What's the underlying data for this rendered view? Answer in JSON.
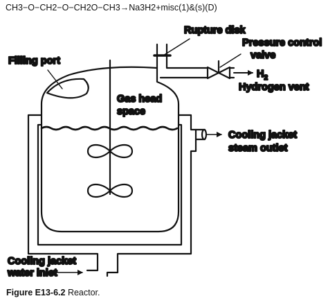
{
  "equation": "CH3−O−CH2−O−CH2O−CH3→Na3H2+misc(1)&(s)(D)",
  "labels": {
    "rupture_disk": "Rupture disk",
    "pressure_control_line1": "Pressure control",
    "pressure_control_line2": "valve",
    "h2": "H",
    "h2_sub": "2",
    "hydrogen_vent": "Hydrogen vent",
    "filling_port": "Filling port",
    "gas_head_line1": "Gas head",
    "gas_head_line2": "space",
    "steam_outlet_line1": "Cooling jacket",
    "steam_outlet_line2": "steam outlet",
    "water_inlet_line1": "Cooling jacket",
    "water_inlet_line2": "water inlet"
  },
  "caption": {
    "label": "Figure E13-6.2",
    "text": "Reactor."
  }
}
